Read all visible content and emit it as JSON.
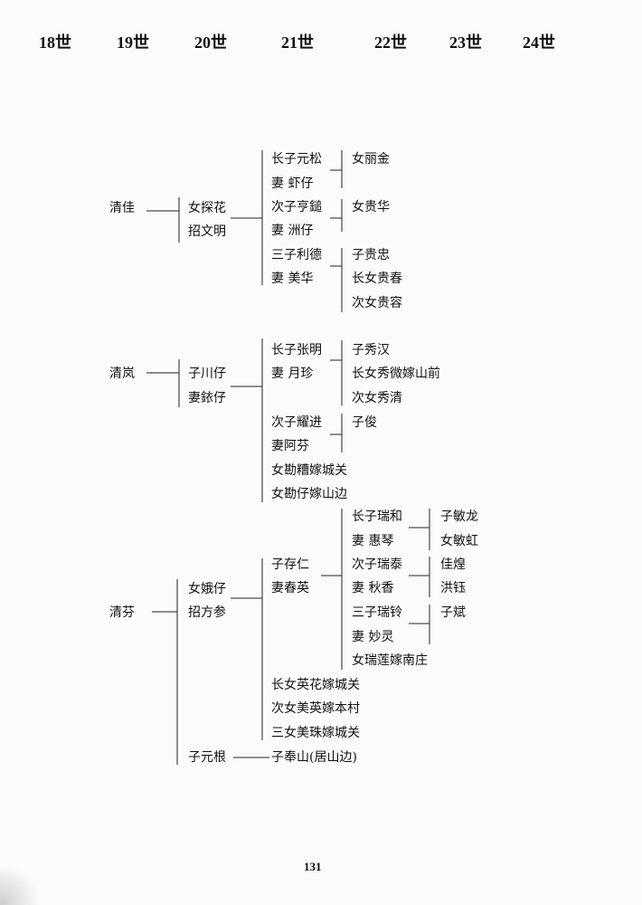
{
  "generations": [
    "18世",
    "19世",
    "20世",
    "21世",
    "22世",
    "23世",
    "24世"
  ],
  "families": {
    "qingjia": {
      "g18": "清佳",
      "g19a": "女探花",
      "g19b": "招文明",
      "g20": [
        "长子元松",
        "妻  虾仔",
        "次子亨鎚",
        "妻  洲仔",
        "三子利德",
        "妻   美华"
      ],
      "g21": [
        "女丽金",
        "女贵华",
        "子贵忠",
        "长女贵春",
        "次女贵容"
      ]
    },
    "qinglan": {
      "g18": "清岚",
      "g19a": "子川仔",
      "g19b": "妻銥仔",
      "g20": [
        "长子张明",
        "妻   月珍",
        "次子耀进",
        "妻阿芬",
        "女勘糟嫁城关",
        "女勘仔嫁山边"
      ],
      "g21": [
        "子秀汉",
        "长女秀微嫁山前",
        "次女秀清",
        "子俊"
      ]
    },
    "qingfen": {
      "g18": "清芬",
      "g19a": "女娥仔",
      "g19b": "招方参",
      "g19c": "子元根",
      "g20": [
        "子存仁",
        "妻春英",
        "长女英花嫁城关",
        "次女美英嫁本村",
        "三女美珠嫁城关",
        "子奉山(居山边)"
      ],
      "g21": [
        "长子瑞和",
        "妻  惠琴",
        "次子瑞泰",
        "妻  秋香",
        "三子瑞铃",
        "妻  妙灵",
        "女瑞莲嫁南庄"
      ],
      "g22": [
        "子敏龙",
        "女敏虹",
        "佳煌",
        "洪钰",
        "子斌"
      ]
    }
  },
  "page_number": "131"
}
